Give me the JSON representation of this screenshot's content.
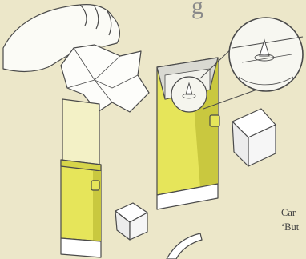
{
  "title_fragment": "g",
  "caption": {
    "line1": "Car",
    "line2": "‘But"
  },
  "colors": {
    "background": "#ece7c9",
    "tube_yellow": "#e6e55a",
    "tube_shadow": "#c9c83f",
    "outline": "#4a4a4a",
    "title_gray": "#8a8a8a",
    "caption_text": "#3f3f3f"
  },
  "icons": {
    "hand": "hand-with-tissue-icon",
    "tube": "yellow-dispenser-tube-icon",
    "box": "open-dispenser-box-icon",
    "cube": "white-cap-cube-icon",
    "zoom": "magnifier-detail-icon"
  }
}
